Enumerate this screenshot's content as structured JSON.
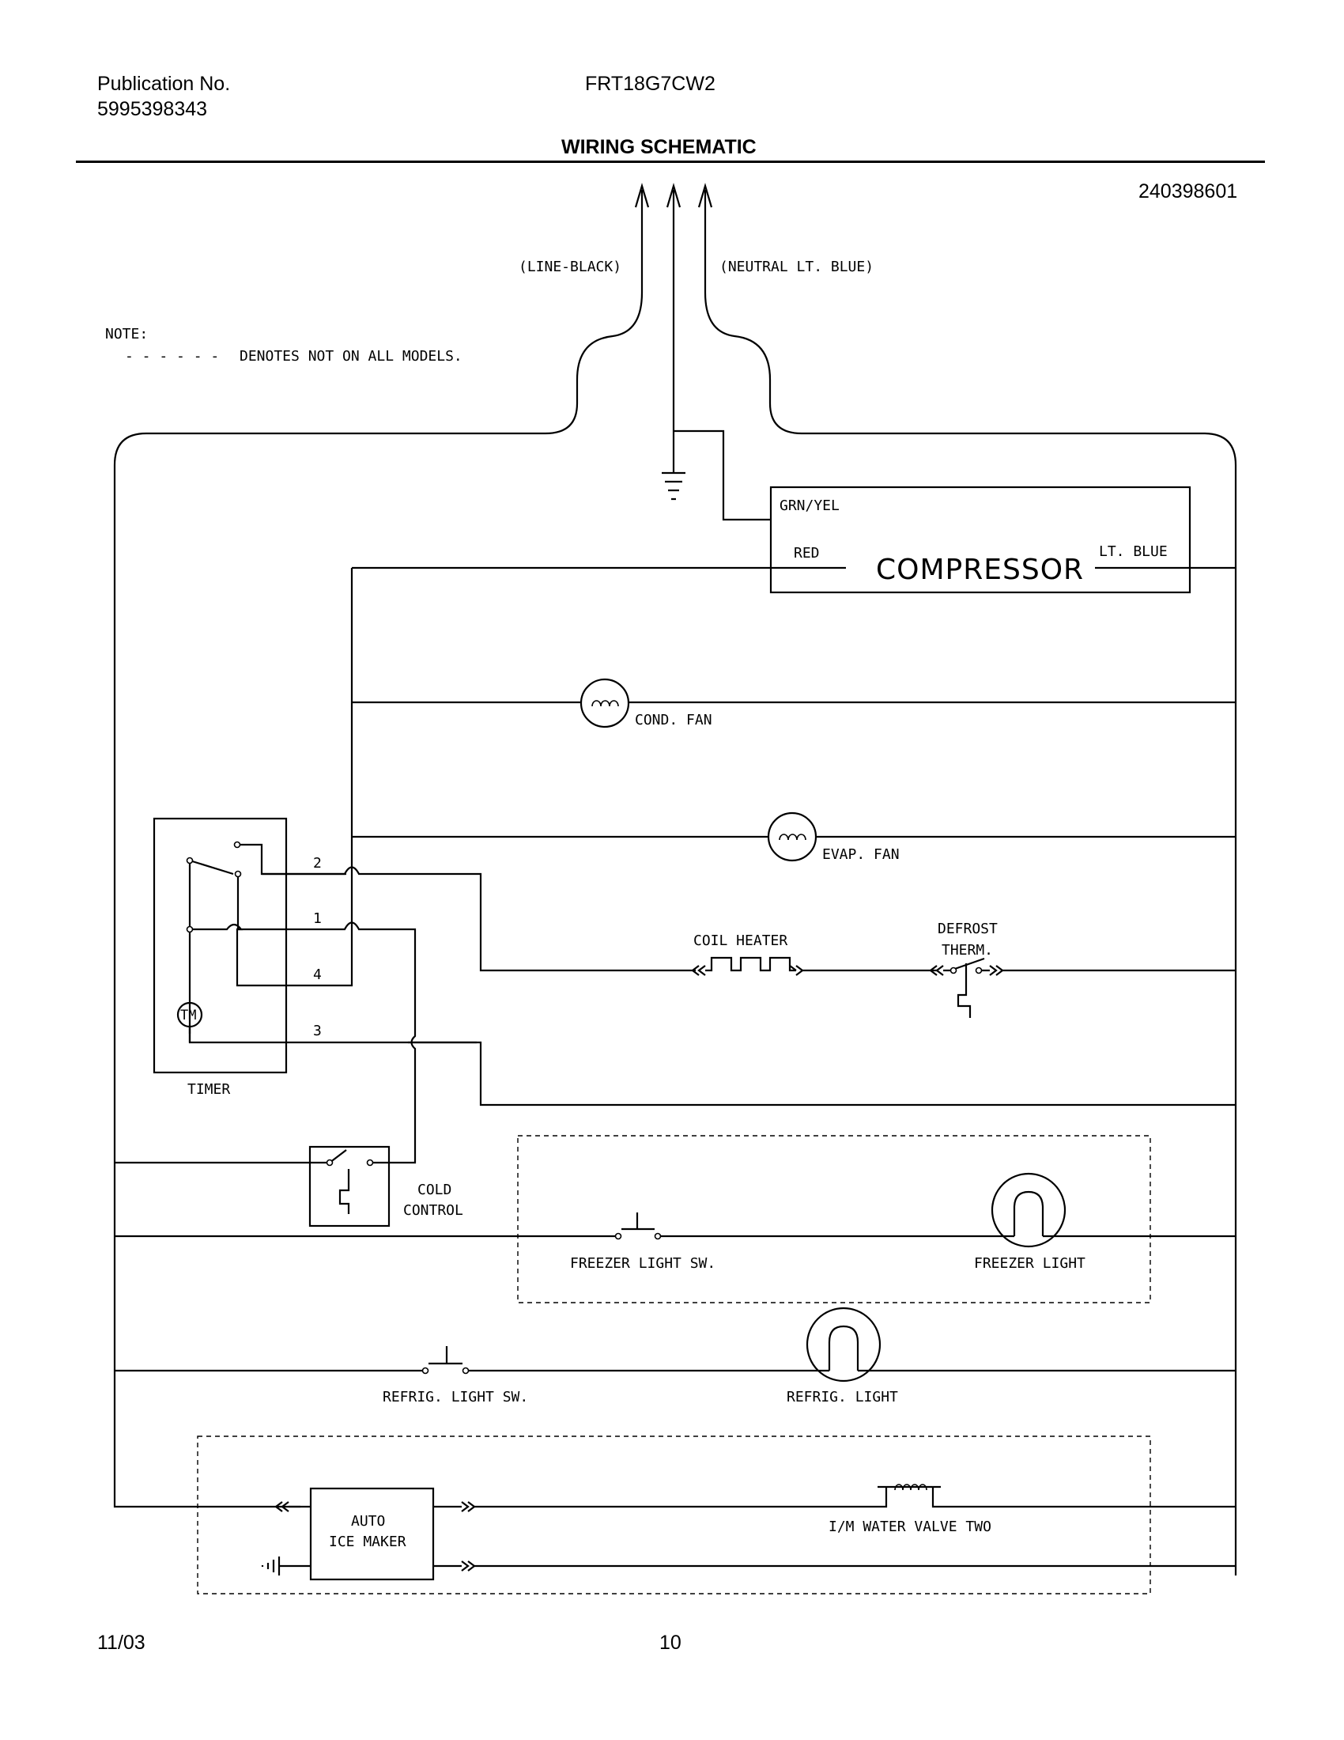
{
  "header": {
    "publication_label": "Publication No.",
    "publication_number": "5995398343",
    "model": "FRT18G7CW2",
    "title": "WIRING SCHEMATIC",
    "diagram_number": "240398601"
  },
  "footer": {
    "date": "11/03",
    "page": "10"
  },
  "schematic": {
    "line_label": "(LINE-BLACK)",
    "neutral_label": "(NEUTRAL LT. BLUE)",
    "note_label": "NOTE:",
    "note_dashes": "- - - - - -",
    "note_text": "DENOTES NOT ON ALL MODELS.",
    "compressor": {
      "name": "COMPRESSOR",
      "grn_yel": "GRN/YEL",
      "red": "RED",
      "lt_blue": "LT. BLUE"
    },
    "cond_fan": "COND. FAN",
    "evap_fan": "EVAP. FAN",
    "timer": {
      "label": "TIMER",
      "motor": "TM",
      "terminals": [
        "2",
        "1",
        "4",
        "3"
      ]
    },
    "coil_heater": "COIL HEATER",
    "defrost_therm": [
      "DEFROST",
      "THERM."
    ],
    "cold_control": [
      "COLD",
      "CONTROL"
    ],
    "freezer_light_sw": "FREEZER LIGHT SW.",
    "freezer_light": "FREEZER LIGHT",
    "refrig_light_sw": "REFRIG. LIGHT SW.",
    "refrig_light": "REFRIG. LIGHT",
    "ice_maker": [
      "AUTO",
      "ICE MAKER"
    ],
    "water_valve": "I/M WATER VALVE TWO"
  }
}
